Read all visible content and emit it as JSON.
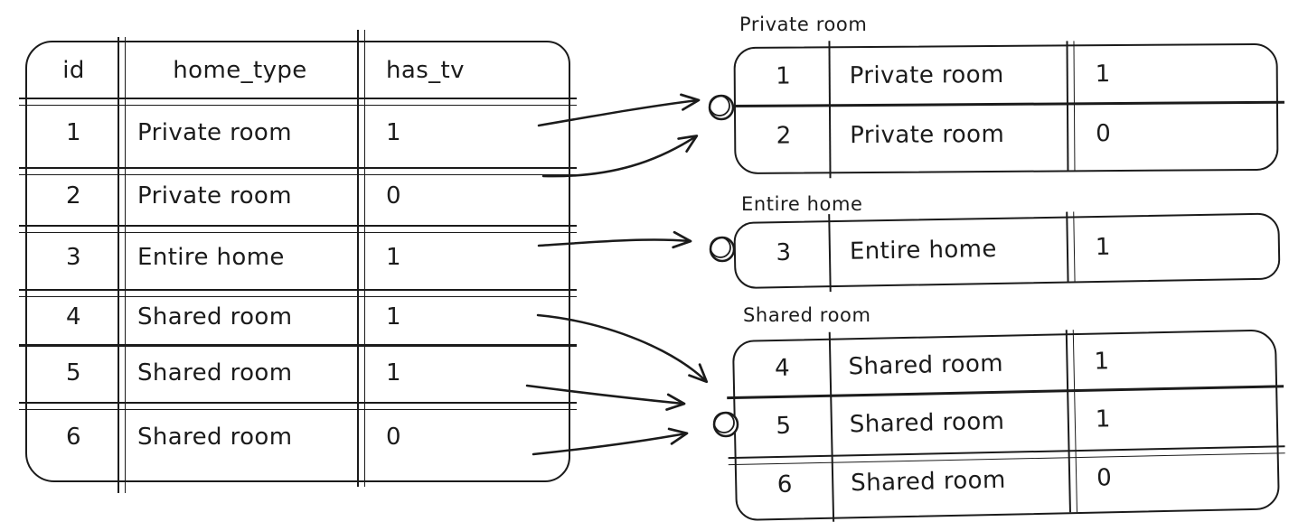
{
  "colors": {
    "ink": "#1b1b1b",
    "background": "#ffffff"
  },
  "source_table": {
    "columns": [
      "id",
      "home_type",
      "has_tv"
    ],
    "rows": [
      {
        "id": "1",
        "home_type": "Private room",
        "has_tv": "1"
      },
      {
        "id": "2",
        "home_type": "Private room",
        "has_tv": "0"
      },
      {
        "id": "3",
        "home_type": "Entire home",
        "has_tv": "1"
      },
      {
        "id": "4",
        "home_type": "Shared room",
        "has_tv": "1"
      },
      {
        "id": "5",
        "home_type": "Shared room",
        "has_tv": "1"
      },
      {
        "id": "6",
        "home_type": "Shared room",
        "has_tv": "0"
      }
    ]
  },
  "groups": [
    {
      "label": "Private room",
      "rows": [
        {
          "id": "1",
          "home_type": "Private room",
          "has_tv": "1"
        },
        {
          "id": "2",
          "home_type": "Private room",
          "has_tv": "0"
        }
      ]
    },
    {
      "label": "Entire home",
      "rows": [
        {
          "id": "3",
          "home_type": "Entire home",
          "has_tv": "1"
        }
      ]
    },
    {
      "label": "Shared room",
      "rows": [
        {
          "id": "4",
          "home_type": "Shared room",
          "has_tv": "1"
        },
        {
          "id": "5",
          "home_type": "Shared room",
          "has_tv": "1"
        },
        {
          "id": "6",
          "home_type": "Shared room",
          "has_tv": "0"
        }
      ]
    }
  ]
}
